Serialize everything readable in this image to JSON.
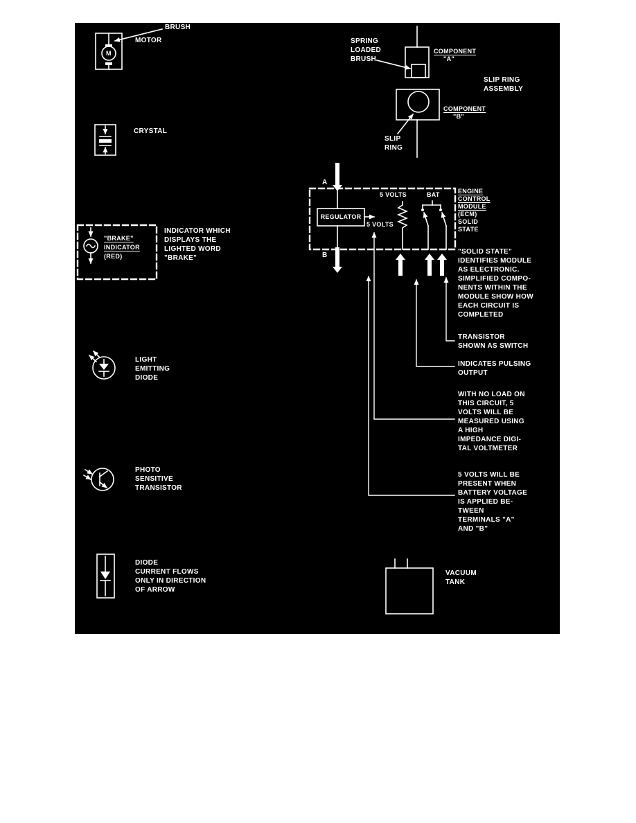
{
  "colors": {
    "page_bg": "#ffffff",
    "board_bg": "#000000",
    "ink": "#ffffff"
  },
  "legend": {
    "brush_label": "BRUSH",
    "motor_label": "MOTOR",
    "motor_letter": "M",
    "crystal_label": "CRYSTAL",
    "brake": {
      "word": "\"BRAKE\"",
      "indicator": "INDICATOR",
      "red": "(RED)",
      "caption": "INDICATOR WHICH\nDISPLAYS THE\nLIGHTED WORD\n\"BRAKE\""
    },
    "led_label": "LIGHT\nEMITTING\nDIODE",
    "photo_label": "PHOTO\nSENSITIVE\nTRANSISTOR",
    "diode_label": "DIODE\nCURRENT FLOWS\nONLY IN DIRECTION\nOF ARROW",
    "vacuum_label": "VACUUM\nTANK"
  },
  "slip_ring": {
    "spring_brush": "SPRING\nLOADED\nBRUSH",
    "component_a": "COMPONENT",
    "component_a_id": "\"A\"",
    "assembly": "SLIP RING\nASSEMBLY",
    "component_b": "COMPONENT",
    "component_b_id": "\"B\"",
    "ring": "SLIP\nRING"
  },
  "ecm": {
    "terminal_a": "A",
    "terminal_b": "B",
    "five_volts_top": "5 VOLTS",
    "bat": "BAT",
    "regulator": "REGULATOR",
    "five_volts_out": "5 VOLTS",
    "module": {
      "l1": "ENGINE",
      "l2": "CONTROL",
      "l3": "MODULE",
      "l4": "(ECM)",
      "l5": "SOLID",
      "l6": "STATE"
    },
    "notes": {
      "solid_state": "\"SOLID STATE\"\nIDENTIFIES MODULE\nAS ELECTRONIC.\nSIMPLIFIED COMPO-\nNENTS WITHIN THE\nMODULE SHOW HOW\nEACH CIRCUIT IS\nCOMPLETED",
      "transistor": "TRANSISTOR\nSHOWN AS SWITCH",
      "pulsing": "INDICATES PULSING\nOUTPUT",
      "no_load": "WITH NO LOAD ON\nTHIS CIRCUIT, 5\nVOLTS WILL BE\nMEASURED USING\nA HIGH\nIMPEDANCE DIGI-\nTAL VOLTMETER",
      "present": "5 VOLTS WILL BE\nPRESENT WHEN\nBATTERY VOLTAGE\nIS APPLIED BE-\nTWEEN\nTERMINALS \"A\"\nAND \"B\""
    }
  }
}
